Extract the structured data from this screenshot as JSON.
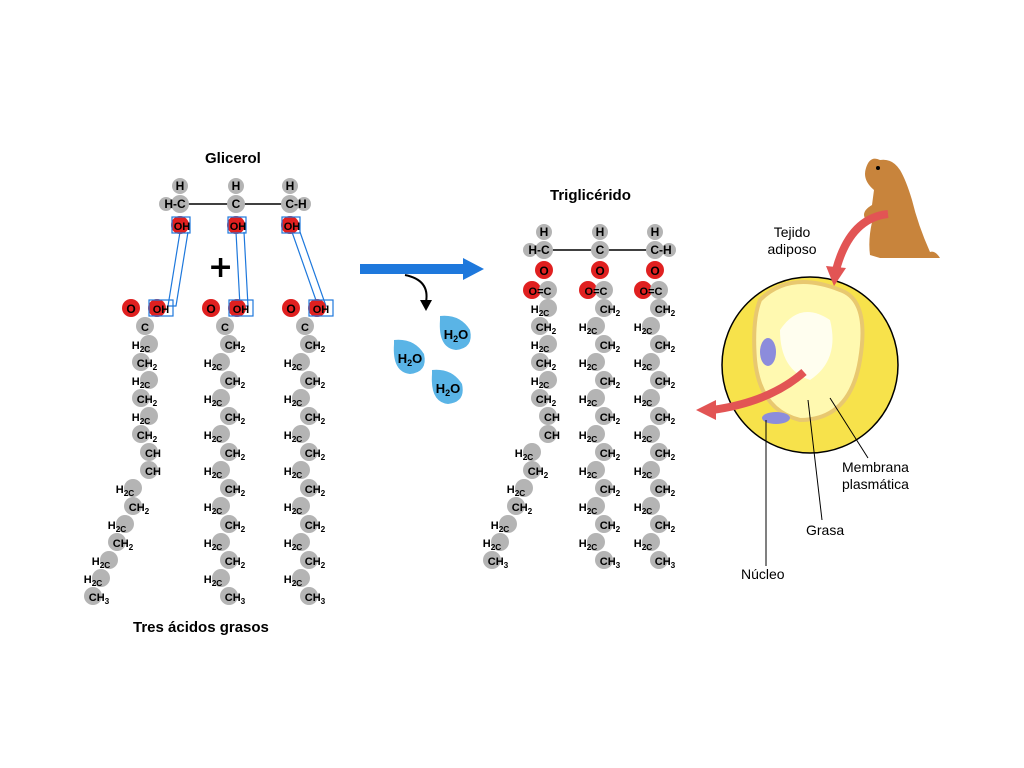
{
  "glycerol": {
    "title": "Glicerol",
    "h": "H",
    "carbon_left": "H-C",
    "carbon_mid": "C",
    "carbon_right": "C-H",
    "oh": "OH"
  },
  "plus_sign": "+",
  "fatty_acids": {
    "caption": "Tres ácidos grasos",
    "o": "O",
    "oh": "OH",
    "c": "C",
    "ch2": "CH",
    "h2c": "H",
    "c_tail": "C",
    "ch": "CH",
    "ch3": "CH",
    "sub2": "2",
    "sub3": "3"
  },
  "water": {
    "molecule": "H",
    "o": "O",
    "sub2": "2",
    "count": 3
  },
  "triglyceride": {
    "title": "Triglicérido",
    "h": "H",
    "carbon_left": "H-C",
    "carbon_mid": "C",
    "carbon_right": "C-H",
    "ester_o": "O",
    "carbonyl": "O=C"
  },
  "adipose": {
    "tissue_label_line1": "Tejido",
    "tissue_label_line2": "adiposo",
    "membrane_line1": "Membrana",
    "membrane_line2": "plasmática",
    "fat": "Grasa",
    "nucleus": "Núcleo"
  },
  "colors": {
    "atom_gray": "#b4b4b4",
    "oxygen_red": "#e02020",
    "arrow_blue": "#1e78dc",
    "water_blue": "#5ab4e6",
    "chain_yellow": "#fff24a",
    "cell_yellow": "#f7e24b",
    "arrow_red": "#e25454",
    "animal_brown": "#c8843c",
    "nucleus_purple": "#8c8cdc"
  }
}
